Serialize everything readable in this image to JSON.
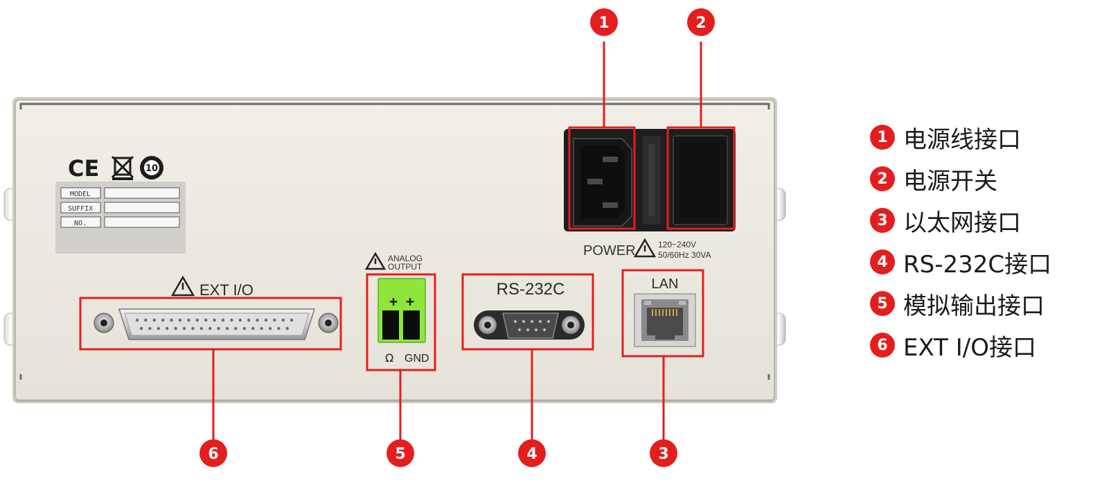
{
  "panel": {
    "model_label": "MODEL",
    "suffix_label": "SUFFIX",
    "no_label": "NO.",
    "rohs_mark": "10",
    "power_label": "POWER",
    "power_spec_line1": "120~240V",
    "power_spec_line2": "50/60Hz 30VA",
    "analog_line1": "ANALOG",
    "analog_line2": "OUTPUT",
    "analog_plus": "+ +",
    "analog_ohm": "Ω",
    "analog_gnd": "GND",
    "rs232_label": "RS-232C",
    "lan_label": "LAN",
    "extio_label": "EXT I/O"
  },
  "callouts": [
    {
      "num": "1"
    },
    {
      "num": "2"
    },
    {
      "num": "3"
    },
    {
      "num": "4"
    },
    {
      "num": "5"
    },
    {
      "num": "6"
    }
  ],
  "legend": [
    {
      "num": "1",
      "text": "电源线接口"
    },
    {
      "num": "2",
      "text": "电源开关"
    },
    {
      "num": "3",
      "text": "以太网接口"
    },
    {
      "num": "4",
      "text": "RS-232C接口"
    },
    {
      "num": "5",
      "text": "模拟输出接口"
    },
    {
      "num": "6",
      "text": "EXT I/O接口"
    }
  ],
  "colors": {
    "callout_red": "#e41e1e",
    "panel": "#e9e6dd",
    "terminal_green": "#8ee63a"
  }
}
